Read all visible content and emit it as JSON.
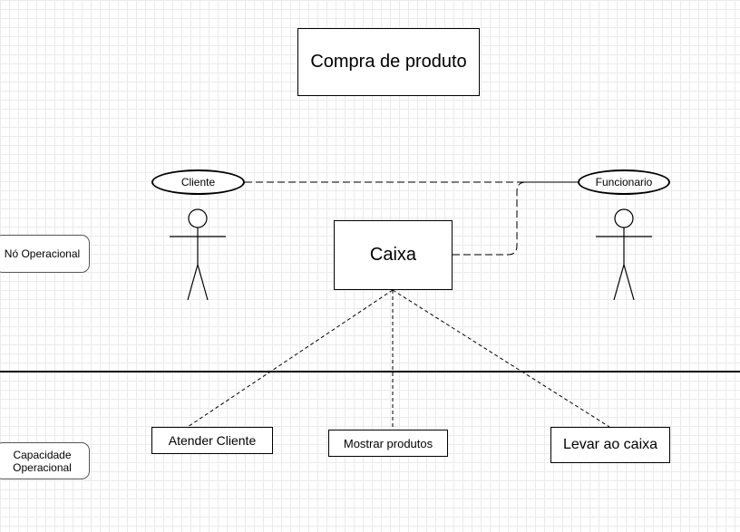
{
  "diagram": {
    "title": "Compra de produto",
    "central_node": "Caixa",
    "actors": {
      "left": "Cliente",
      "right": "Funcionario"
    },
    "lanes": {
      "top": "Nó Operacional",
      "bottom": "Capacidade\nOperacional"
    },
    "capabilities": [
      "Atender Cliente",
      "Mostrar produtos",
      "Levar ao caixa"
    ]
  }
}
